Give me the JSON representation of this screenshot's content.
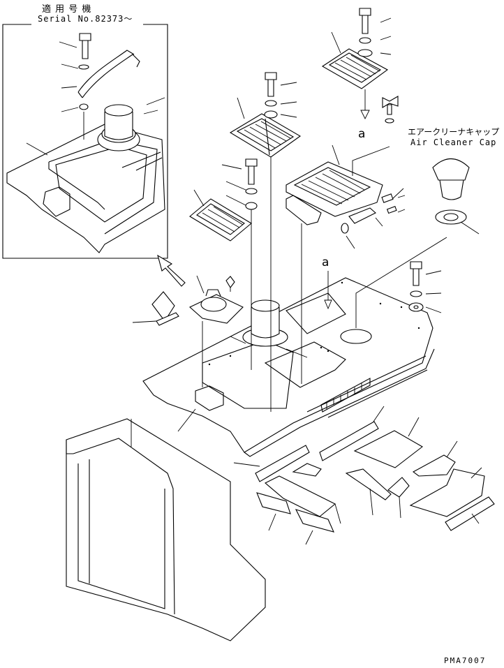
{
  "serial_note": {
    "japanese": "適 用 号 機",
    "serial": "Serial No.82373～"
  },
  "air_cleaner_cap": {
    "japanese": "エアークリーナキャップ",
    "english": "Air Cleaner Cap"
  },
  "view_markers": [
    "a",
    "a"
  ],
  "drawing_number": "PMA7007"
}
